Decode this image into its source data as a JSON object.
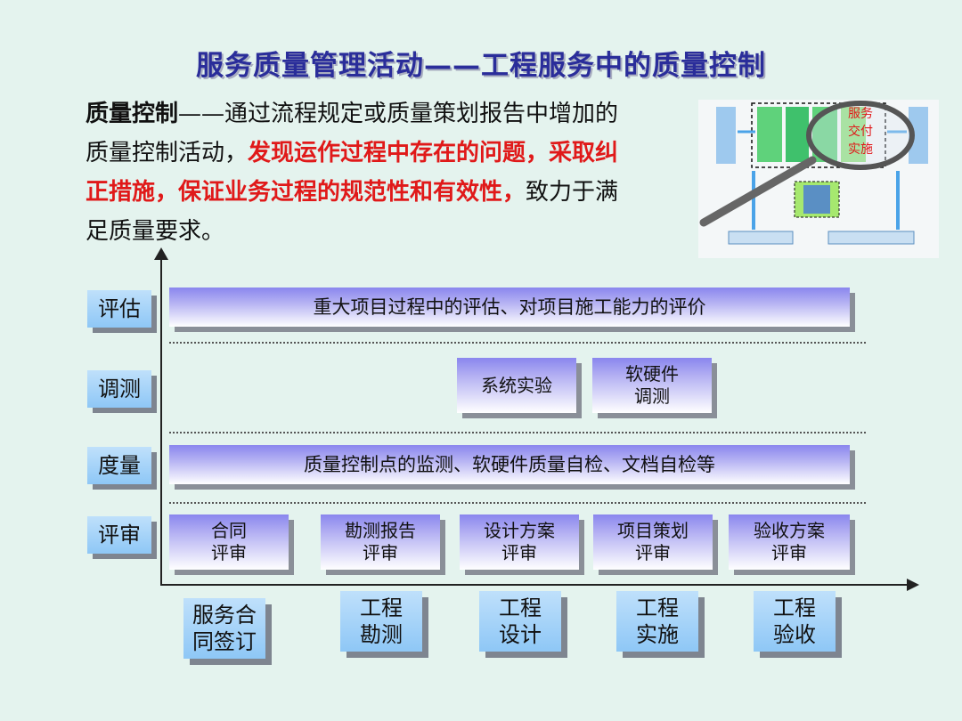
{
  "title": "服务质量管理活动——工程服务中的质量控制",
  "intro": {
    "term": "质量控制",
    "part1": "——通过流程规定或质量策划报告中增加的质量控制活动，",
    "highlight": "发现运作过程中存在的问题，采取纠正措施，保证业务过程的规范性和有效性，",
    "part2": "致力于满足质量要求。"
  },
  "thumbnail": {
    "magnifier_lines": [
      "服务",
      "交付",
      "实施"
    ]
  },
  "rows": [
    {
      "label": "评估"
    },
    {
      "label": "调测"
    },
    {
      "label": "度量"
    },
    {
      "label": "评审"
    }
  ],
  "evaluation_bar": "重大项目过程中的评估、对项目施工能力的评价",
  "testing_boxes": [
    {
      "line1": "系统实验",
      "line2": ""
    },
    {
      "line1": "软硬件",
      "line2": "调测"
    }
  ],
  "measure_bar": "质量控制点的监测、软硬件质量自检、文档自检等",
  "review_boxes": [
    {
      "line1": "合同",
      "line2": "评审"
    },
    {
      "line1": "勘测报告",
      "line2": "评审"
    },
    {
      "line1": "设计方案",
      "line2": "评审"
    },
    {
      "line1": "项目策划",
      "line2": "评审"
    },
    {
      "line1": "验收方案",
      "line2": "评审"
    }
  ],
  "stages": [
    {
      "line1": "服务合",
      "line2": "同签订"
    },
    {
      "line1": "工程",
      "line2": "勘测"
    },
    {
      "line1": "工程",
      "line2": "设计"
    },
    {
      "line1": "工程",
      "line2": "实施"
    },
    {
      "line1": "工程",
      "line2": "验收"
    }
  ]
}
